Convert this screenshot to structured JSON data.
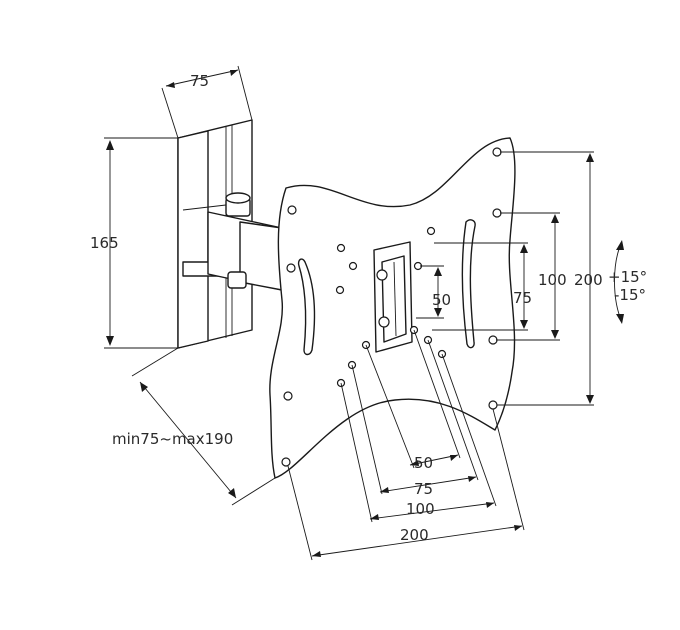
{
  "dimensions": {
    "arm_width": "75",
    "arm_height": "165",
    "extension": "min75~max190",
    "hole_v_50": "50",
    "hole_v_75": "75",
    "hole_v_100": "100",
    "hole_v_200": "200",
    "tilt_up": "+15°",
    "tilt_down": "-15°",
    "hole_h_50": "50",
    "hole_h_75": "75",
    "hole_h_100": "100",
    "hole_h_200": "200"
  }
}
